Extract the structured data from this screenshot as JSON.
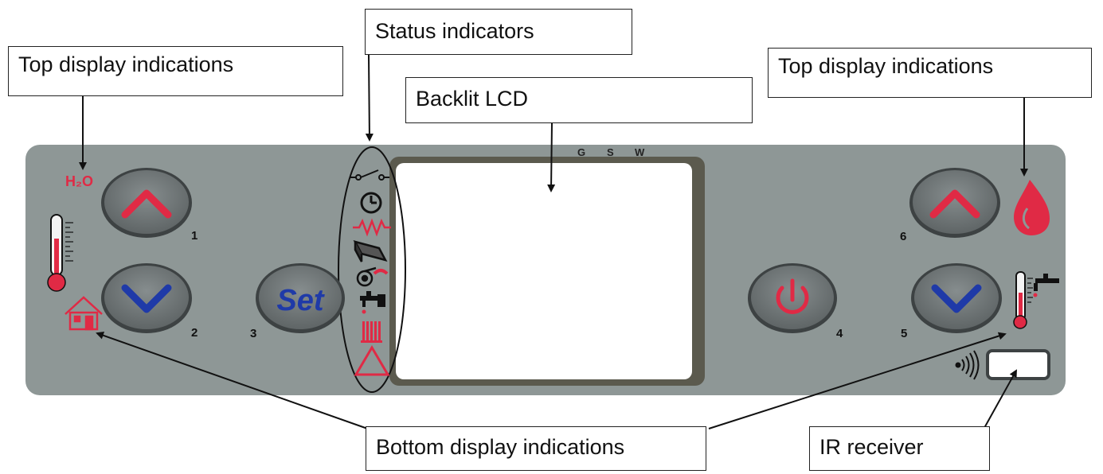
{
  "callouts": {
    "status_indicators": "Status indicators",
    "top_left": "Top display indications",
    "top_right": "Top display indications",
    "backlit_lcd": "Backlit LCD",
    "bottom": "Bottom display indications",
    "ir_receiver": "IR receiver"
  },
  "panel": {
    "h2o_label": "H₂O",
    "set_label": "Set",
    "lcd_letters": [
      "G",
      "S",
      "W"
    ],
    "button_numbers": [
      "1",
      "2",
      "3",
      "4",
      "5",
      "6"
    ]
  },
  "colors": {
    "panel": "#8e9796",
    "accent_red": "#e02a45",
    "accent_blue": "#1f3aa8",
    "button": "#6f7677"
  },
  "icons": {
    "left": [
      "thermometer-icon",
      "house-icon"
    ],
    "right": [
      "flame-drop-icon",
      "tap-thermometer-icon",
      "ir-signal-icon"
    ],
    "status": [
      "switch-icon",
      "clock-icon",
      "resistor-icon",
      "pellet-icon",
      "fan-icon",
      "tap-icon",
      "radiator-icon",
      "warning-icon"
    ]
  }
}
